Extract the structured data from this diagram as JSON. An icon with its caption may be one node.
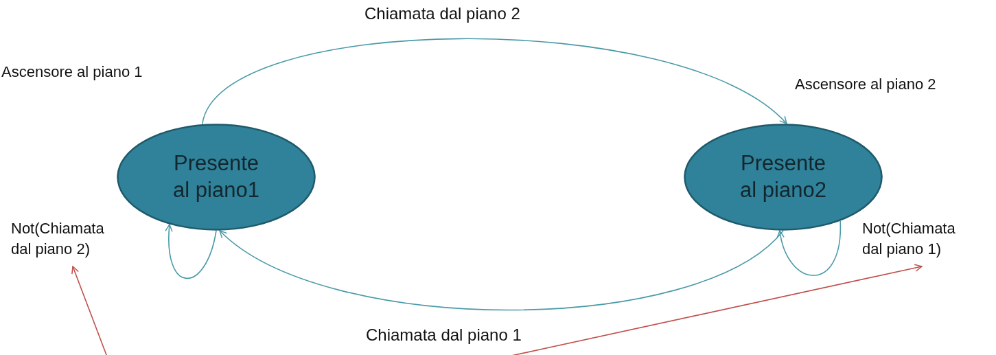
{
  "diagram": {
    "nodes": [
      {
        "text": [
          "Presente al piano1"
        ]
      },
      {
        "text": [
          "Presente al piano2"
        ]
      },
      {
        "text": [
          "Not(Chiamata dal piano 2)"
        ]
      },
      {
        "text": [
          "Not(Chiamata dal piano 1)"
        ]
      }
    ],
    "edges": [
      {
        "from": 0,
        "to": 1,
        "arrow": "to",
        "label": "Chiamata dal piano 2"
      },
      {
        "from": 1,
        "to": 0,
        "arrow": "to",
        "label": "Chiamata dal piano 1"
      },
      {
        "from": 0,
        "to": 0,
        "arrow": "to"
      },
      {
        "from": 1,
        "to": 1,
        "arrow": "to"
      },
      {
        "from": null,
        "to": 2,
        "arrow": "to",
        "color": "#c0504d"
      },
      {
        "from": null,
        "to": 3,
        "arrow": "to",
        "color": "#c0504d"
      }
    ],
    "labels": [
      "Ascensore al piano 1",
      "Ascensore al piano 2"
    ]
  }
}
